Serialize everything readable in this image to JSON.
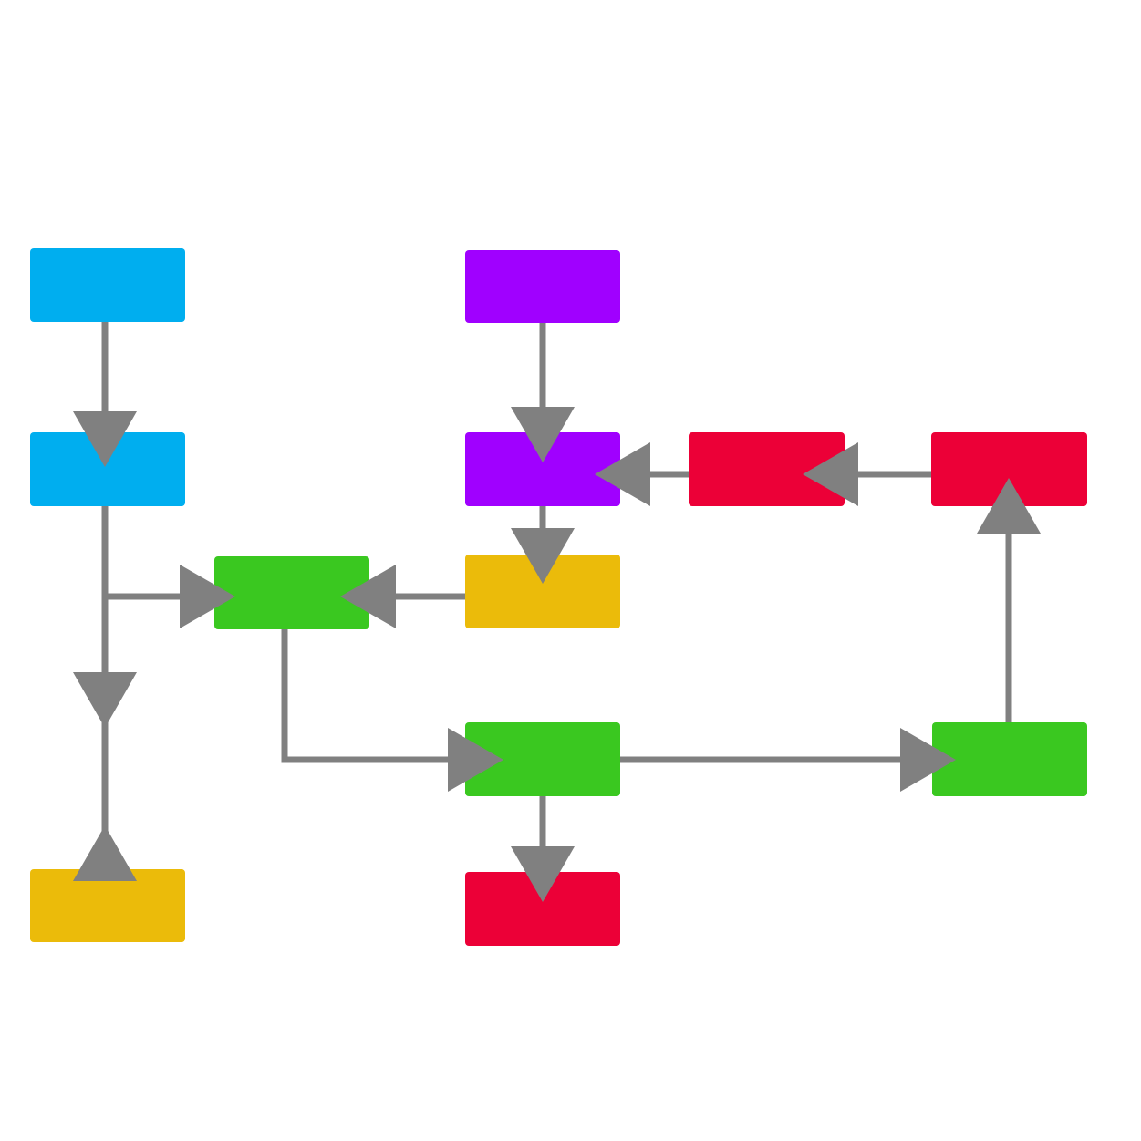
{
  "colors": {
    "blue": "#00AEEF",
    "purple": "#A000FF",
    "red": "#EC0037",
    "green": "#3AC820",
    "yellow": "#EBBB0A",
    "edge": "#808080"
  },
  "nodes": [
    {
      "id": "blue-1",
      "color": "blue"
    },
    {
      "id": "blue-2",
      "color": "blue"
    },
    {
      "id": "yellow-1",
      "color": "yellow"
    },
    {
      "id": "purple-1",
      "color": "purple"
    },
    {
      "id": "purple-2",
      "color": "purple"
    },
    {
      "id": "red-1",
      "color": "red"
    },
    {
      "id": "red-2",
      "color": "red"
    },
    {
      "id": "green-1",
      "color": "green"
    },
    {
      "id": "yellow-2",
      "color": "yellow"
    },
    {
      "id": "green-2",
      "color": "green"
    },
    {
      "id": "green-3",
      "color": "green"
    },
    {
      "id": "red-3",
      "color": "red"
    }
  ],
  "edges": [
    {
      "from": "blue-1",
      "to": "blue-2"
    },
    {
      "from": "blue-2",
      "to": "green-1"
    },
    {
      "from": "blue-2",
      "to": "yellow-1"
    },
    {
      "from": "yellow-1",
      "to": "blue-2"
    },
    {
      "from": "purple-1",
      "to": "purple-2"
    },
    {
      "from": "purple-2",
      "to": "yellow-2"
    },
    {
      "from": "yellow-2",
      "to": "green-1"
    },
    {
      "from": "red-1",
      "to": "purple-2"
    },
    {
      "from": "red-2",
      "to": "red-1"
    },
    {
      "from": "green-3",
      "to": "red-2"
    },
    {
      "from": "green-1",
      "to": "green-2"
    },
    {
      "from": "green-2",
      "to": "green-3"
    },
    {
      "from": "green-2",
      "to": "red-3"
    }
  ]
}
